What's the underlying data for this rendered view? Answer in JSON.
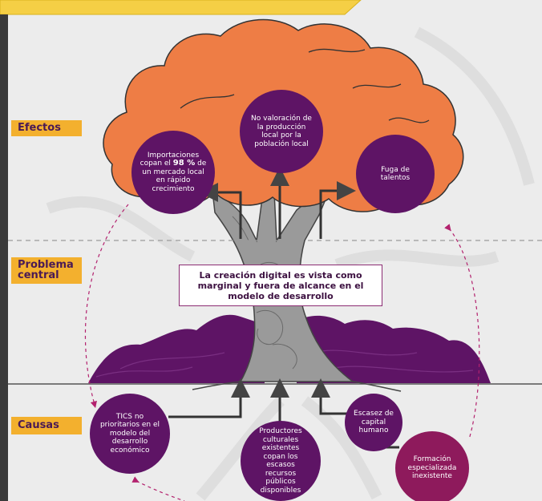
{
  "labels": {
    "effects": "Efectos",
    "problem_line1": "Problema",
    "problem_line2": "central",
    "causes": "Causas"
  },
  "central_problem": "La creación digital es vista como marginal y fuera de alcance en el modelo de desarrollo",
  "effects": [
    {
      "before": "Importaciones copan el ",
      "bold": "98 %",
      "after": " de un mercado local en rápido crecimiento"
    },
    {
      "text": "No valoración de la producción local por la población local"
    },
    {
      "text": "Fuga de talentos"
    }
  ],
  "causes": [
    {
      "text": "TICS no prioritarios en el modelo del desarrollo económico"
    },
    {
      "text": "Productores culturales existentes copan los escasos recursos públicos disponibles"
    },
    {
      "text": "Escasez de capital humano"
    },
    {
      "text": "Formación especializada inexistente"
    }
  ],
  "colors": {
    "canopy": "#ee7d45",
    "circle": "#5e1465",
    "circle_alt": "#8e1a5c",
    "label_bg": "#f3b02e",
    "label_text": "#4a1a55",
    "trunk": "#9a9a9a",
    "hills": "#5e1465",
    "background": "#ececec",
    "top_bar": "#f5cf45"
  }
}
